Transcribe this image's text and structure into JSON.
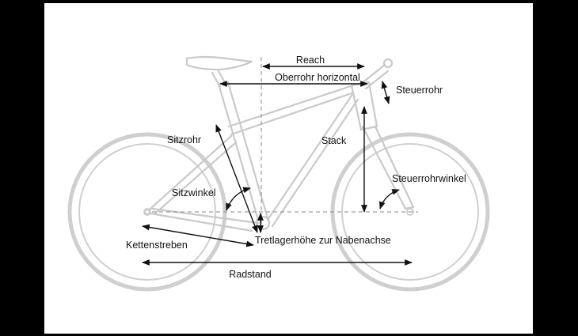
{
  "labels": {
    "reach": "Reach",
    "top_tube": "Oberrohr horizontal",
    "head_tube": "Steuerrohr",
    "seat_tube": "Sitzrohr",
    "stack": "Stack",
    "seat_angle": "Sitzwinkel",
    "head_angle": "Steuerrohrwinkel",
    "bb_drop": "Tretlagerhöhe zur Nabenachse",
    "chainstays": "Kettenstreben",
    "wheelbase": "Radstand"
  },
  "colors": {
    "background": "#ffffff",
    "frame_border": "#000000",
    "bike_outline": "#c9c9c9",
    "dimension_lines": "#111111",
    "guide_lines": "#8a8a8a"
  }
}
